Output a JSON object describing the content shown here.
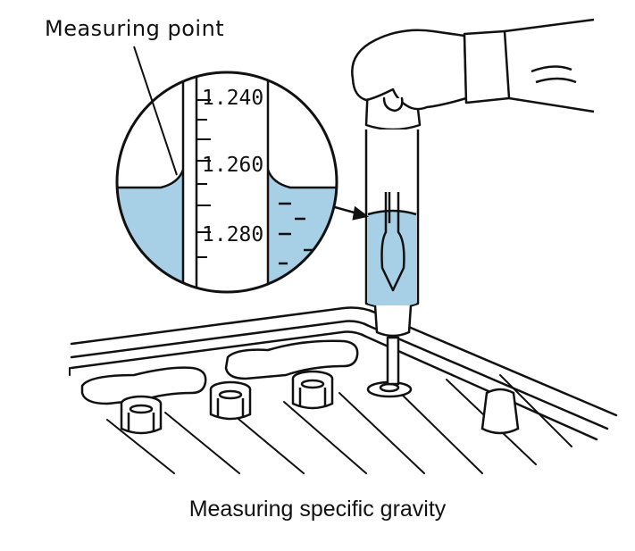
{
  "callout_label": "Measuring point",
  "caption": "Measuring specific gravity",
  "scale_ticks": [
    "1.240",
    "1.260",
    "1.280"
  ],
  "colors": {
    "electrolyte": "#a7cfe6",
    "line": "#111111",
    "background": "#ffffff"
  }
}
